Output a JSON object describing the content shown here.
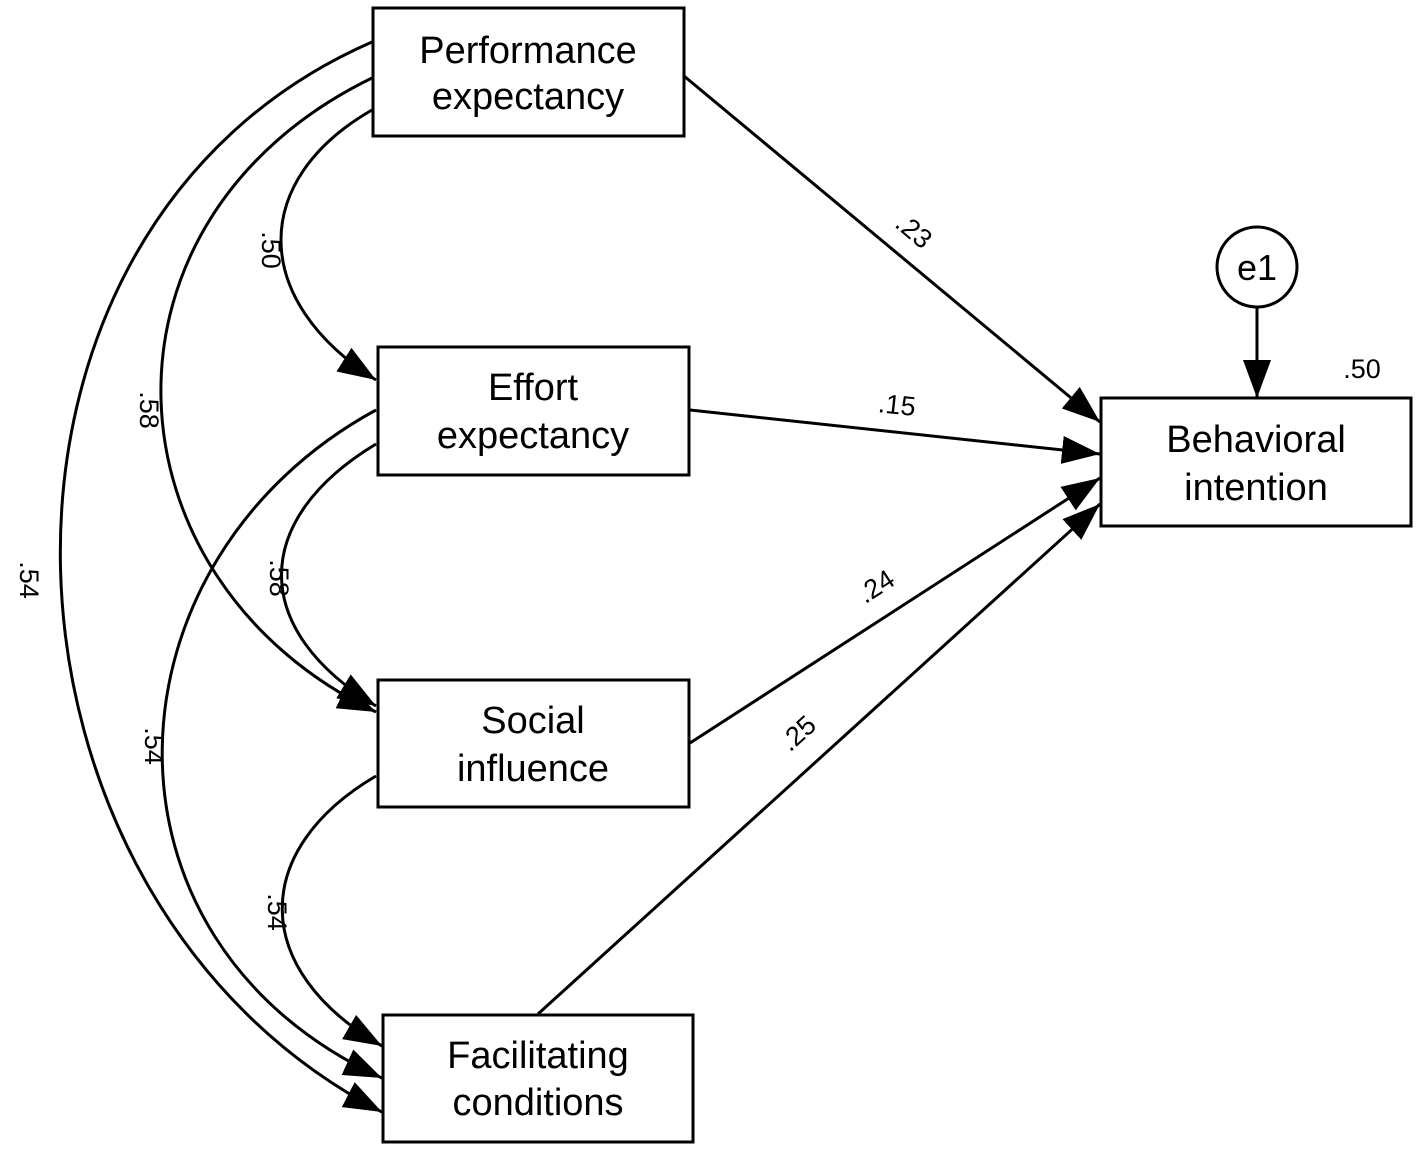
{
  "nodes": {
    "performance": {
      "line1": "Performance",
      "line2": "expectancy"
    },
    "effort": {
      "line1": "Effort",
      "line2": "expectancy"
    },
    "social": {
      "line1": "Social",
      "line2": "influence"
    },
    "facilitating": {
      "line1": "Facilitating",
      "line2": "conditions"
    },
    "behavioral": {
      "line1": "Behavioral",
      "line2": "intention"
    },
    "error": {
      "label": "e1"
    }
  },
  "paths": {
    "performance_to_behavioral": ".23",
    "effort_to_behavioral": ".15",
    "social_to_behavioral": ".24",
    "facilitating_to_behavioral": ".25",
    "r_squared": ".50"
  },
  "correlations": {
    "performance_effort": ".50",
    "performance_social": ".58",
    "performance_facilitating": ".54",
    "effort_social": ".58",
    "effort_facilitating": ".54",
    "social_facilitating": ".54"
  }
}
